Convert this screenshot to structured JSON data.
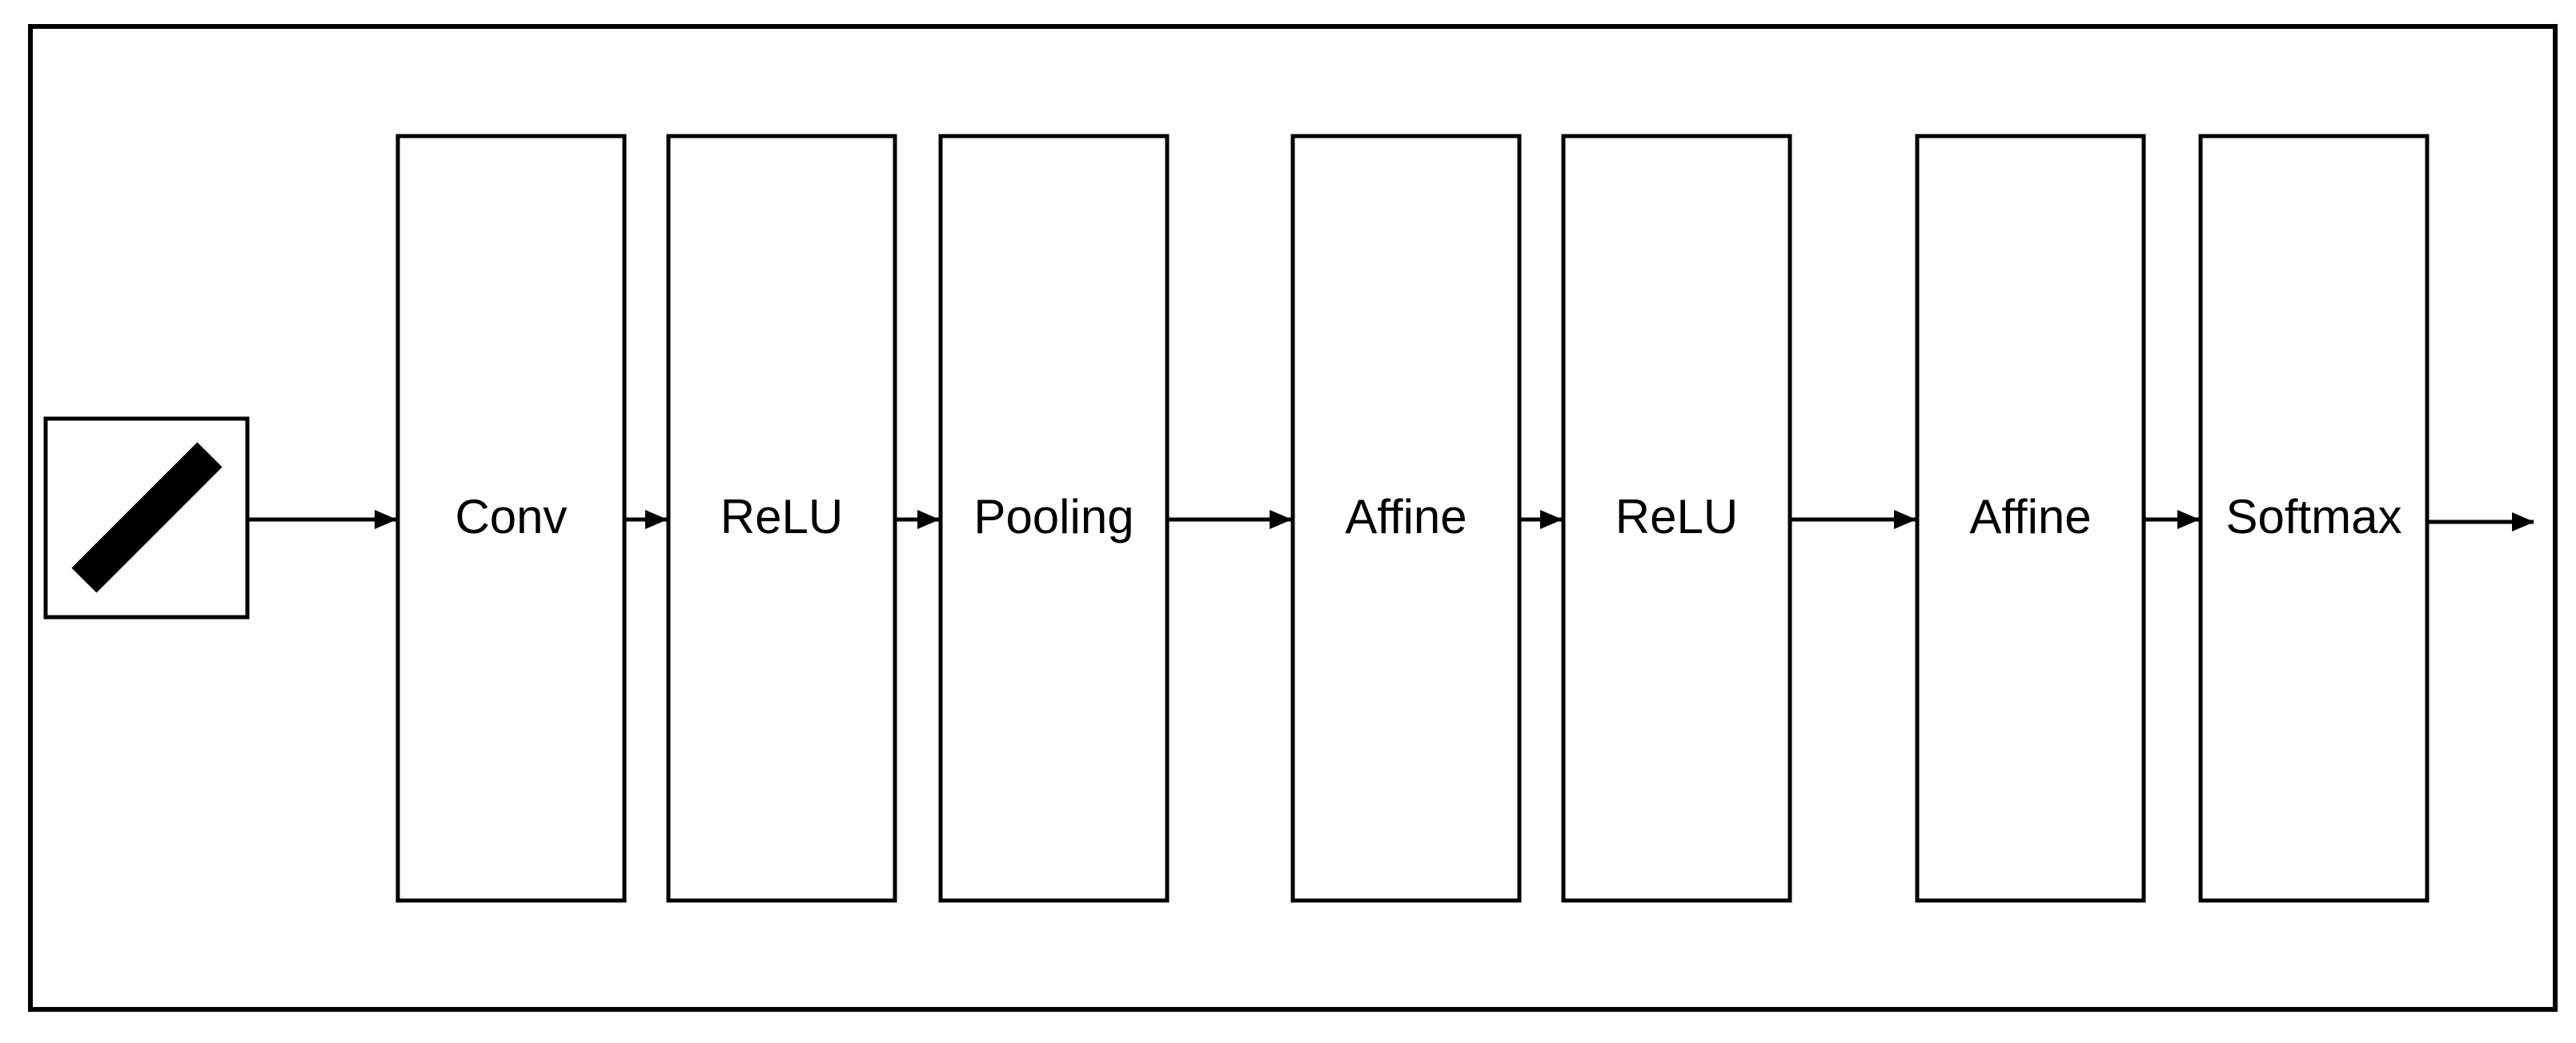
{
  "diagram": {
    "layers": [
      {
        "label": "Conv"
      },
      {
        "label": "ReLU"
      },
      {
        "label": "Pooling"
      },
      {
        "label": "Affine"
      },
      {
        "label": "ReLU"
      },
      {
        "label": "Affine"
      },
      {
        "label": "Softmax"
      }
    ],
    "input_icon": "diagonal-stroke-image-icon",
    "colors": {
      "stroke": "#000000",
      "background": "#ffffff"
    }
  }
}
